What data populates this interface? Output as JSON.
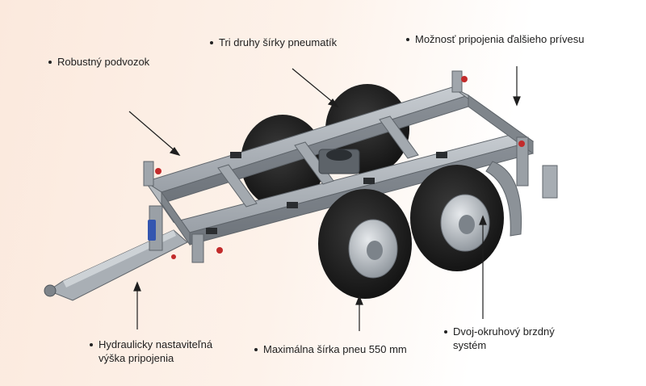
{
  "callouts": {
    "chassis": "Robustný podvozok",
    "tire_widths": "Tri druhy šírky pneumatík",
    "second_trailer": "Možnosť pripojenia ďalšieho prívesu",
    "hydraulic_line1": "Hydraulicky nastaviteľná",
    "hydraulic_line2": "výška pripojenia",
    "max_width": "Maximálna šírka pneu 550 mm",
    "brake_line1": "Dvoj-okruhový brzdný",
    "brake_line2": "systém"
  },
  "colors": {
    "frame": "#8e949b",
    "tire": "#1c1c1c",
    "rim": "#b9bec4",
    "hydraulic": "#3456b0",
    "text": "#1e1e1e"
  }
}
